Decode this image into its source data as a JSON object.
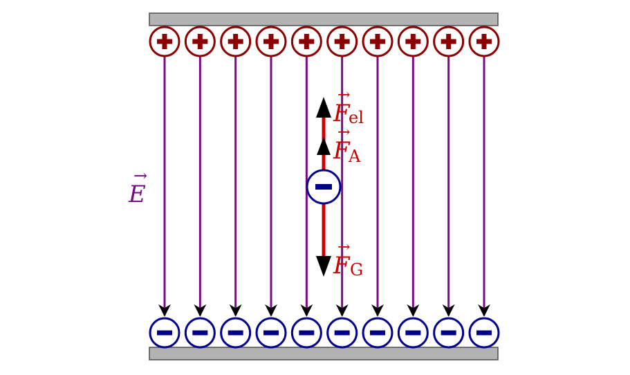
{
  "diagram": {
    "plate_count": 2,
    "charges_per_plate": 10,
    "top_charge_symbol": "+",
    "bottom_charge_symbol": "−",
    "particle_symbol": "−",
    "field_label": {
      "main": "E",
      "vector_mark": "→"
    },
    "forces": [
      {
        "id": "el",
        "main": "F",
        "sub": "el",
        "vector_mark": "→",
        "direction": "up"
      },
      {
        "id": "A",
        "main": "F",
        "sub": "A",
        "vector_mark": "→",
        "direction": "up"
      },
      {
        "id": "G",
        "main": "F",
        "sub": "G",
        "vector_mark": "→",
        "direction": "down"
      }
    ],
    "colors": {
      "plate_fill": "#b3b3b3",
      "plate_stroke": "#4d4d4d",
      "positive_charge": "#8b0000",
      "negative_charge": "#00008b",
      "field_line": "#7a0a86",
      "force_arrow": "#cc0000",
      "force_label": "#cc0000",
      "arrow_head": "#000000"
    }
  }
}
